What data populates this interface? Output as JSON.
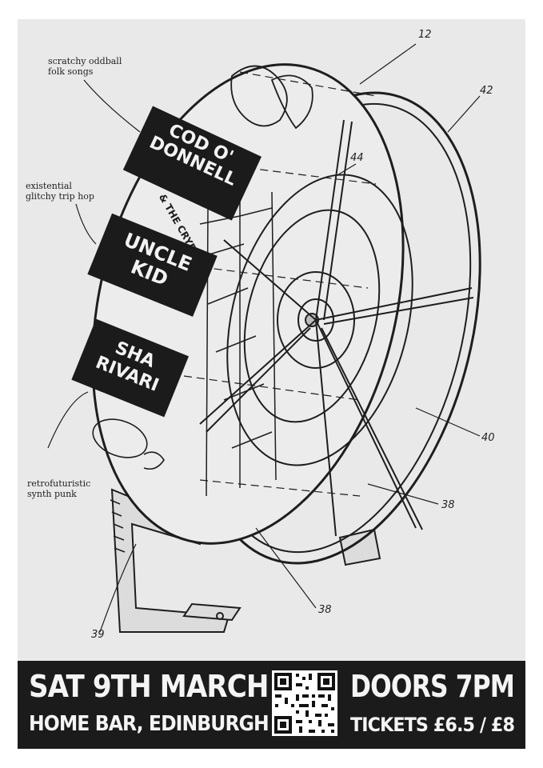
{
  "annotations": {
    "cod": "scratchy oddball\nfolk songs",
    "uncle": "existential\nglitchy trip hop",
    "sha": "retrofuturistic\nsynth punk"
  },
  "reference_numbers": {
    "n12": "12",
    "n42": "42",
    "n44": "44",
    "n40": "40",
    "n38a": "38",
    "n38b": "38",
    "n39": "39"
  },
  "bands": {
    "cod_line1": "COD O'",
    "cod_line2": "DONNELL",
    "cod_sub": "& THE CRYPTIDS",
    "uncle_line1": "UNCLE",
    "uncle_line2": "KID",
    "sha_line1": "SHA",
    "sha_line2": "RIVARI"
  },
  "footer": {
    "date": "SAT 9TH MARCH",
    "venue": "HOME BAR, EDINBURGH",
    "doors": "DOORS 7PM",
    "tickets": "TICKETS £6.5 / £8"
  },
  "colors": {
    "background": "#e9e9e9",
    "ink": "#1b1b1b",
    "paper": "#ffffff"
  },
  "icons": [
    "hamster-wheel-illustration",
    "lemon-icon",
    "qr-code"
  ]
}
